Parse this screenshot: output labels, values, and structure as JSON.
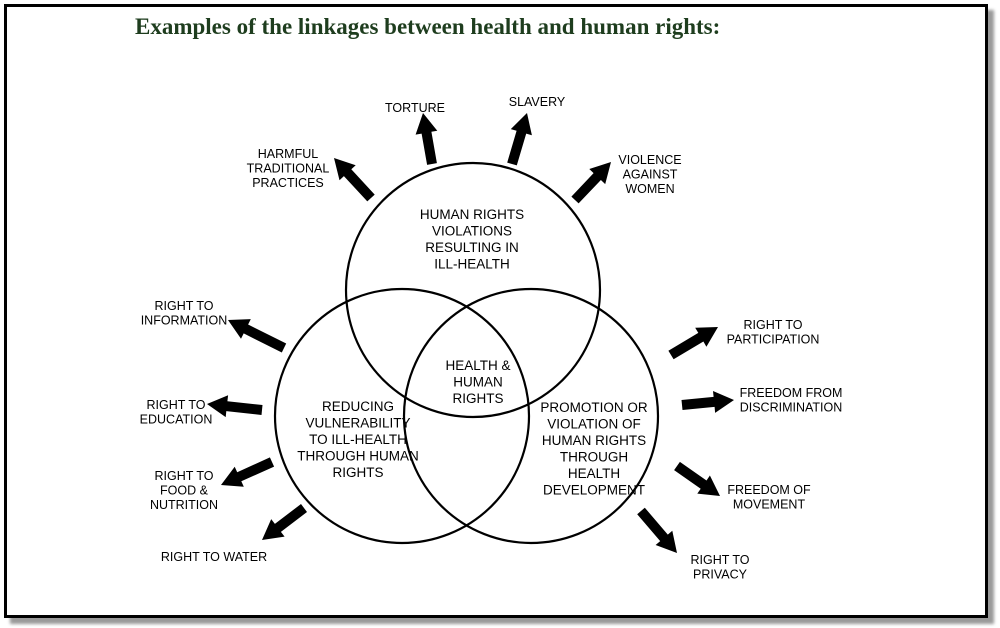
{
  "title": "Examples of the linkages between health and human rights:",
  "colors": {
    "title": "#1e3d1e",
    "ink": "#000000",
    "shadow": "#9a9a9a"
  },
  "circles": {
    "top": [
      "HUMAN RIGHTS",
      "VIOLATIONS",
      "RESULTING IN",
      "ILL-HEALTH"
    ],
    "left": [
      "REDUCING",
      "VULNERABILITY",
      "TO ILL-HEALTH",
      "THROUGH HUMAN",
      "RIGHTS"
    ],
    "right": [
      "PROMOTION OR",
      "VIOLATION OF",
      "HUMAN RIGHTS",
      "THROUGH",
      "HEALTH",
      "DEVELOPMENT"
    ],
    "center": [
      "HEALTH &",
      "HUMAN",
      "RIGHTS"
    ]
  },
  "labels": {
    "harmful": [
      "HARMFUL",
      "TRADITIONAL",
      "PRACTICES"
    ],
    "torture": [
      "TORTURE"
    ],
    "slavery": [
      "SLAVERY"
    ],
    "violence": [
      "VIOLENCE",
      "AGAINST",
      "WOMEN"
    ],
    "information": [
      "RIGHT TO",
      "INFORMATION"
    ],
    "education": [
      "RIGHT TO",
      "EDUCATION"
    ],
    "food": [
      "RIGHT TO",
      "FOOD &",
      "NUTRITION"
    ],
    "water": [
      "RIGHT TO WATER"
    ],
    "participation": [
      "RIGHT TO",
      "PARTICIPATION"
    ],
    "discrimination": [
      "FREEDOM FROM",
      "DISCRIMINATION"
    ],
    "movement": [
      "FREEDOM OF",
      "MOVEMENT"
    ],
    "privacy": [
      "RIGHT TO",
      "PRIVACY"
    ]
  }
}
